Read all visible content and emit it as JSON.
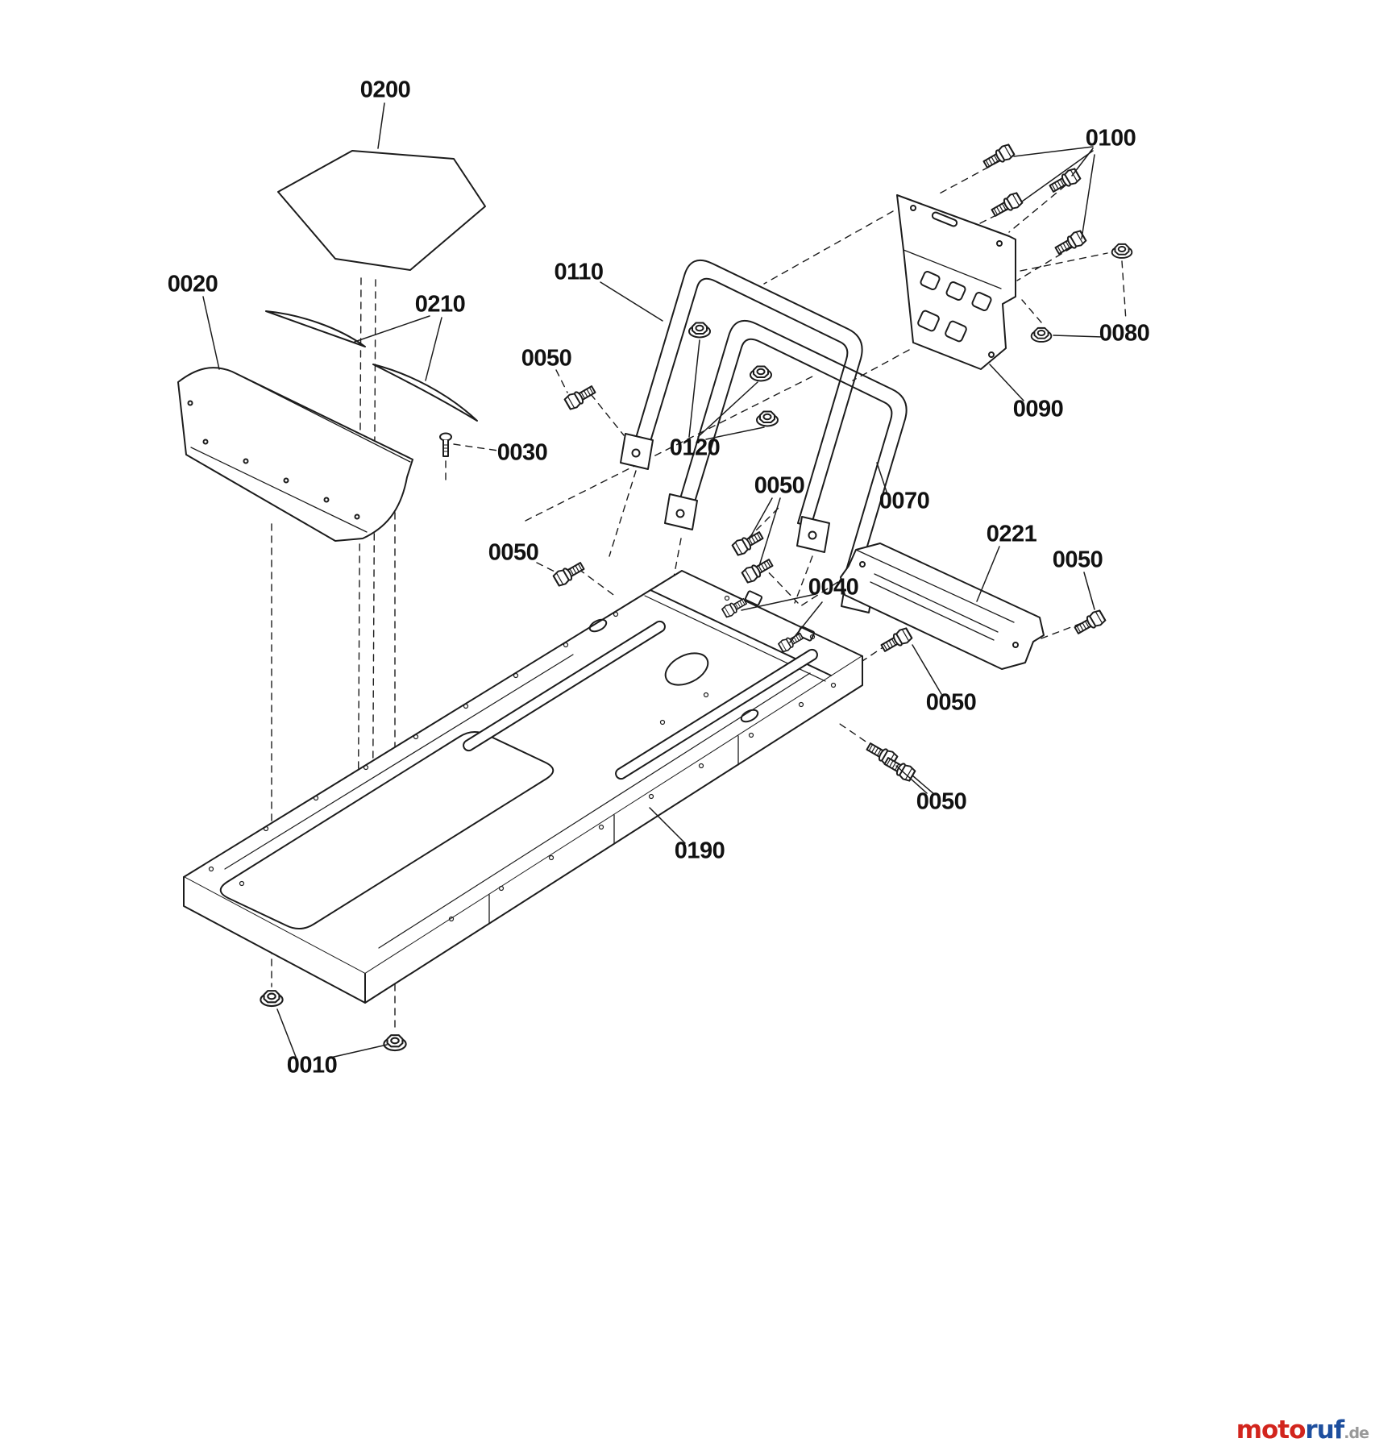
{
  "callouts": [
    {
      "part": "0200"
    },
    {
      "part": "0100"
    },
    {
      "part": "0020"
    },
    {
      "part": "0210"
    },
    {
      "part": "0110"
    },
    {
      "part": "0050"
    },
    {
      "part": "0080"
    },
    {
      "part": "0030"
    },
    {
      "part": "0120"
    },
    {
      "part": "0090"
    },
    {
      "part": "0050"
    },
    {
      "part": "0070"
    },
    {
      "part": "0050"
    },
    {
      "part": "0221"
    },
    {
      "part": "0050"
    },
    {
      "part": "0040"
    },
    {
      "part": "0050"
    },
    {
      "part": "0050"
    },
    {
      "part": "0190"
    },
    {
      "part": "0010"
    }
  ],
  "watermark": {
    "segments": [
      {
        "text": "moto",
        "style": "color:#d2251d"
      },
      {
        "text": "ruf",
        "style": "color:#1e4f9e"
      },
      {
        "text": ".de",
        "style": "color:#999999;font-size:19px"
      }
    ]
  },
  "colors": {
    "line": "#1c1c1c",
    "background": "#ffffff"
  }
}
